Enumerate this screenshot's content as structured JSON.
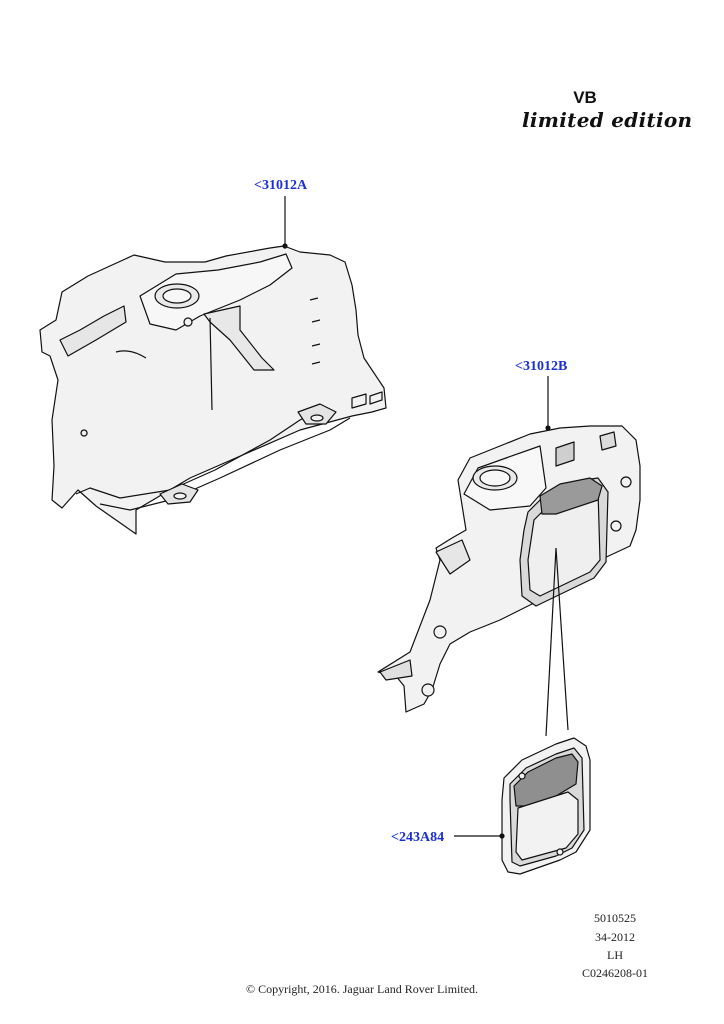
{
  "header": {
    "model_code": "VB",
    "edition": "limited edition"
  },
  "callouts": [
    {
      "id": "part-a",
      "label": "<31012A"
    },
    {
      "id": "part-b",
      "label": "<31012B"
    },
    {
      "id": "part-c",
      "label": "<243A84"
    }
  ],
  "footer": {
    "codes": [
      "5010525",
      "34-2012",
      "LH",
      "C0246208-01"
    ],
    "copyright": "© Copyright, 2016. Jaguar Land Rover Limited."
  },
  "colors": {
    "callout": "#1a2fd6",
    "line": "#111111",
    "fill": "#f1f1f1",
    "panel_dark": "#9a9a9a"
  }
}
